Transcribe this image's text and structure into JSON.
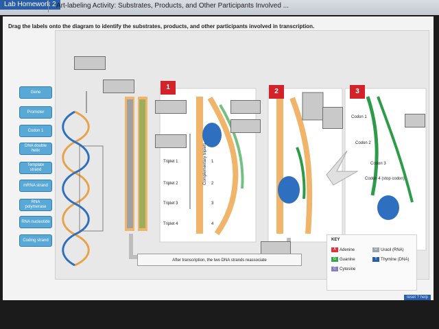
{
  "header": {
    "tab_label": "Lab Homework 2",
    "activity_title": "Art-labeling Activity: Substrates, Products, and Other Participants Involved ..."
  },
  "instructions": "Drag the labels onto the diagram to identify the substrates, products, and other participants involved in transcription.",
  "label_bank": [
    {
      "label": "Gene"
    },
    {
      "label": "Promoter"
    },
    {
      "label": "Codon 1"
    },
    {
      "label": "DNA double helix"
    },
    {
      "label": "Template strand"
    },
    {
      "label": "mRNA strand"
    },
    {
      "label": "RNA polymerase"
    },
    {
      "label": "RNA nucleotide"
    },
    {
      "label": "Coding strand"
    }
  ],
  "steps": [
    {
      "number": "1"
    },
    {
      "number": "2"
    },
    {
      "number": "3"
    }
  ],
  "step1": {
    "triplets": [
      "Triplet 1",
      "Triplet 2",
      "Triplet 3",
      "Triplet 4"
    ],
    "triplet_numbers": [
      "1",
      "2",
      "3",
      "4"
    ],
    "vertical_label": "Complementary triplets"
  },
  "step3": {
    "codons": [
      "Codon 1",
      "Codon 2",
      "Codon 3",
      "Codon 4 (stop codon)"
    ]
  },
  "caption": "After transcription, the two DNA strands reassociate",
  "key": {
    "title": "KEY",
    "items": [
      {
        "letter": "A",
        "name": "Adenine",
        "color": "#e0303a"
      },
      {
        "letter": "G",
        "name": "Guanine",
        "color": "#39a54a"
      },
      {
        "letter": "C",
        "name": "Cytosine",
        "color": "#8a7dc4"
      },
      {
        "letter": "U",
        "name": "Uracil (RNA)",
        "color": "#9aa3ad"
      },
      {
        "letter": "T",
        "name": "Thymine (DNA)",
        "color": "#2a5da8"
      }
    ]
  },
  "footer": {
    "links": "reset  ? help"
  },
  "colors": {
    "accent_red": "#d2232a",
    "tile_blue": "#5aa8d6",
    "strand_orange": "#f0b46a",
    "mrna_green": "#2e9b49",
    "polymerase_blue": "#2f6fc0"
  }
}
